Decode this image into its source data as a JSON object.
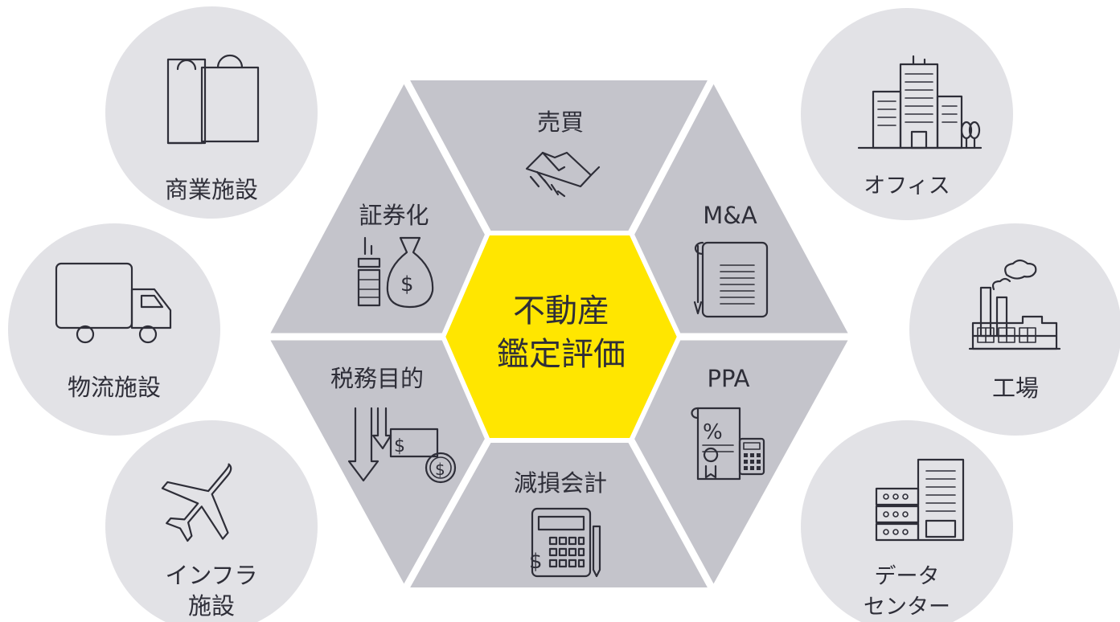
{
  "colors": {
    "center": "#ffe600",
    "segment": "#c4c4cb",
    "circle": "#e2e2e6",
    "text": "#2e2e38",
    "divider": "#ffffff"
  },
  "center": {
    "line1": "不動産",
    "line2": "鑑定評価"
  },
  "segments": {
    "top": {
      "label": "売買",
      "icon": "handshake-icon"
    },
    "top_right": {
      "label": "M&A",
      "icon": "contract-icon"
    },
    "bottom_right": {
      "label": "PPA",
      "icon": "report-calculator-icon"
    },
    "bottom": {
      "label": "減損会計",
      "icon": "calculator-icon"
    },
    "bottom_left": {
      "label": "税務目的",
      "icon": "tax-decrease-icon"
    },
    "top_left": {
      "label": "証券化",
      "icon": "money-bag-icon"
    }
  },
  "facilities": {
    "commercial": {
      "label": "商業施設",
      "icon": "shopping-bags-icon"
    },
    "logistics": {
      "label": "物流施設",
      "icon": "truck-icon"
    },
    "infra": {
      "line1": "インフラ",
      "line2": "施設",
      "icon": "airplane-icon"
    },
    "office": {
      "label": "オフィス",
      "icon": "office-buildings-icon"
    },
    "factory": {
      "label": "工場",
      "icon": "factory-icon"
    },
    "datacenter": {
      "line1": "データ",
      "line2": "センター",
      "icon": "server-building-icon"
    }
  }
}
